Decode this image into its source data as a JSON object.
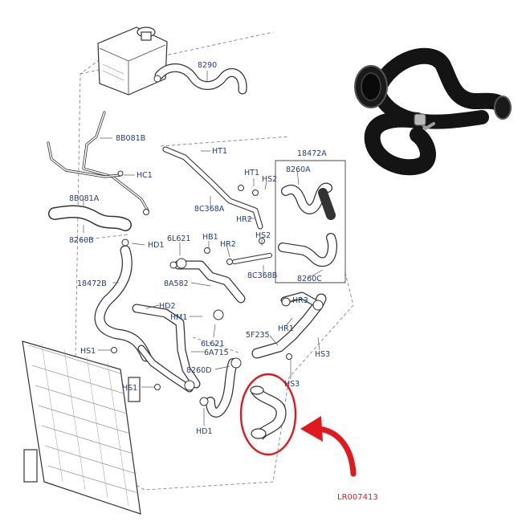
{
  "colors": {
    "label_blue": "#1f3c8c",
    "highlight_red": "#e0191f",
    "hose_black": "#141414"
  },
  "callouts": [
    {
      "id": "c8290",
      "text": "8290"
    },
    {
      "id": "c8B081B",
      "text": "8B081B"
    },
    {
      "id": "cHT1a",
      "text": "HT1"
    },
    {
      "id": "c18472A",
      "text": "18472A"
    },
    {
      "id": "c8260A",
      "text": "8260A"
    },
    {
      "id": "cHT1b",
      "text": "HT1"
    },
    {
      "id": "cHS2a",
      "text": "HS2"
    },
    {
      "id": "cHC1",
      "text": "HC1"
    },
    {
      "id": "c8B081A",
      "text": "8B081A"
    },
    {
      "id": "c8C368A",
      "text": "8C368A"
    },
    {
      "id": "cHR2a",
      "text": "HR2"
    },
    {
      "id": "c8260B",
      "text": "8260B"
    },
    {
      "id": "cHD1a",
      "text": "HD1"
    },
    {
      "id": "c6L621a",
      "text": "6L621"
    },
    {
      "id": "cHB1",
      "text": "HB1"
    },
    {
      "id": "cHS2b",
      "text": "HS2"
    },
    {
      "id": "cHR2b",
      "text": "HR2"
    },
    {
      "id": "c18472B",
      "text": "18472B"
    },
    {
      "id": "c8A582",
      "text": "8A582"
    },
    {
      "id": "c8C368B",
      "text": "8C368B"
    },
    {
      "id": "c8260C",
      "text": "8260C"
    },
    {
      "id": "cHR3",
      "text": "HR3"
    },
    {
      "id": "cHD2",
      "text": "HD2"
    },
    {
      "id": "cHM1",
      "text": "HM1"
    },
    {
      "id": "cHR1",
      "text": "HR1"
    },
    {
      "id": "c6L621b",
      "text": "6L621"
    },
    {
      "id": "c5F235",
      "text": "5F235"
    },
    {
      "id": "cHS1a",
      "text": "HS1"
    },
    {
      "id": "c6A715",
      "text": "6A715"
    },
    {
      "id": "cHS3a",
      "text": "HS3"
    },
    {
      "id": "c8260D",
      "text": "8260D"
    },
    {
      "id": "cHS3b",
      "text": "HS3"
    },
    {
      "id": "cHS1b",
      "text": "HS1"
    },
    {
      "id": "cHD1b",
      "text": "HD1"
    }
  ],
  "part_number": "LR007413"
}
